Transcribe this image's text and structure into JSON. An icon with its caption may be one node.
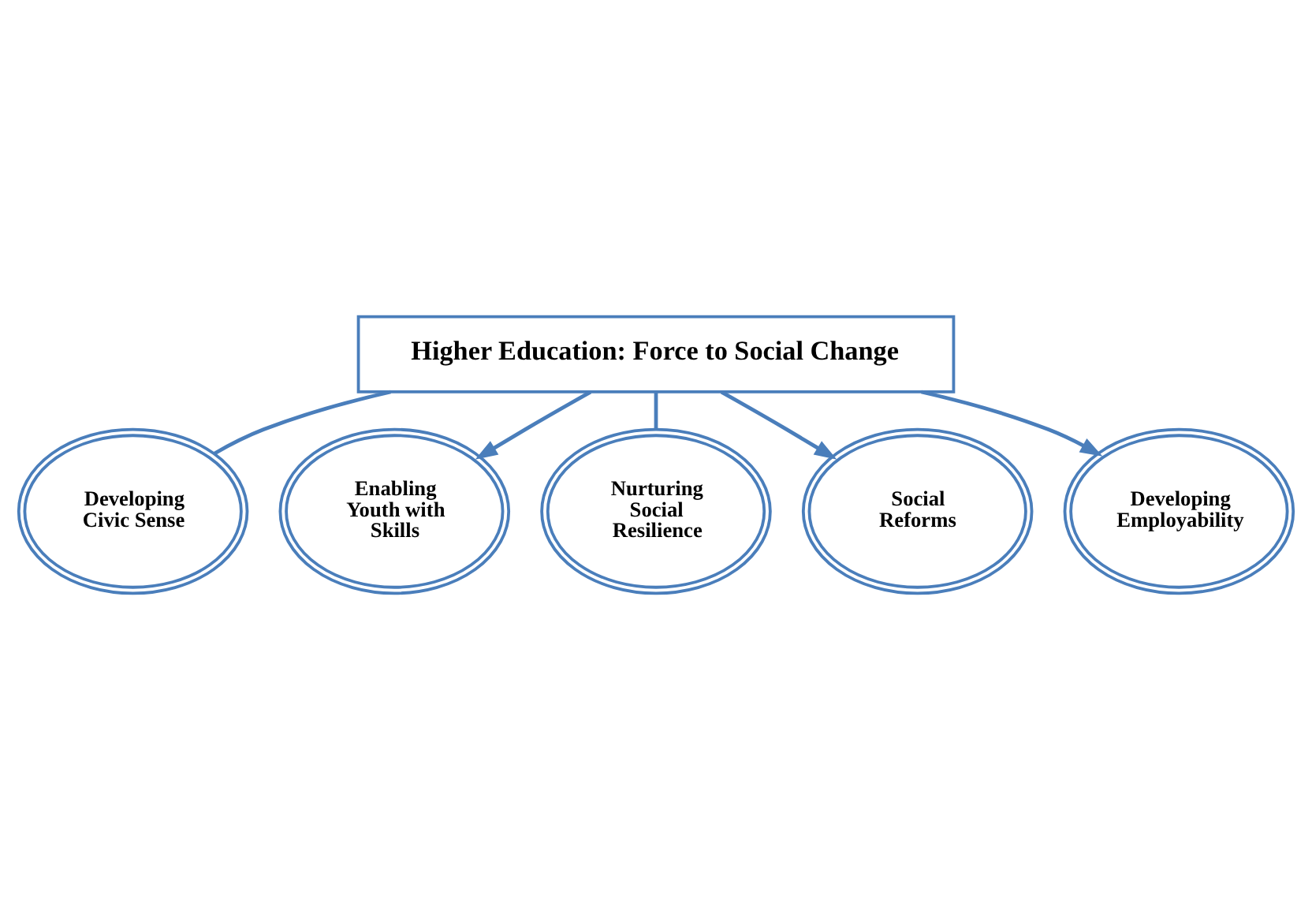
{
  "diagram": {
    "nodes": [
      {
        "text": [
          "Higher Education: Force to Social Change"
        ]
      },
      {
        "text": [
          "Developing Civic Sense"
        ]
      },
      {
        "text": [
          "Enabling Youth with Skills"
        ]
      },
      {
        "text": [
          "Nurturing Social Resilience"
        ]
      },
      {
        "text": [
          "Social Reforms"
        ]
      },
      {
        "text": [
          "Developing Employability"
        ]
      }
    ],
    "edges": [
      {
        "from": 0,
        "to": 1,
        "arrow": "none"
      },
      {
        "from": 0,
        "to": 2,
        "arrow": "to"
      },
      {
        "from": 0,
        "to": 3,
        "arrow": "none"
      },
      {
        "from": 0,
        "to": 4,
        "arrow": "to"
      },
      {
        "from": 0,
        "to": 5,
        "arrow": "to"
      }
    ]
  }
}
